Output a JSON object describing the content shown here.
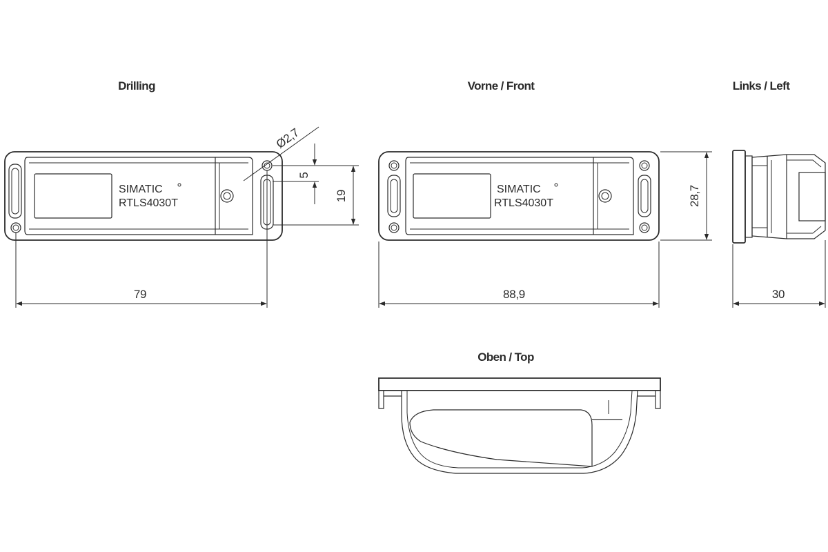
{
  "views": {
    "drilling": {
      "title": "Drilling"
    },
    "front": {
      "title": "Vorne / Front"
    },
    "left": {
      "title": "Links / Left"
    },
    "top": {
      "title": "Oben / Top"
    }
  },
  "device": {
    "brand": "SIMATIC",
    "model": "RTLS4030T"
  },
  "dimensions": {
    "hole_diameter": "Ø2,7",
    "hole_offset": "5",
    "hole_spacing_vertical": "19",
    "hole_spacing_horizontal": "79",
    "width": "88,9",
    "height": "28,7",
    "depth": "30"
  },
  "colors": {
    "line": "#2b2b2b",
    "background": "#ffffff"
  }
}
